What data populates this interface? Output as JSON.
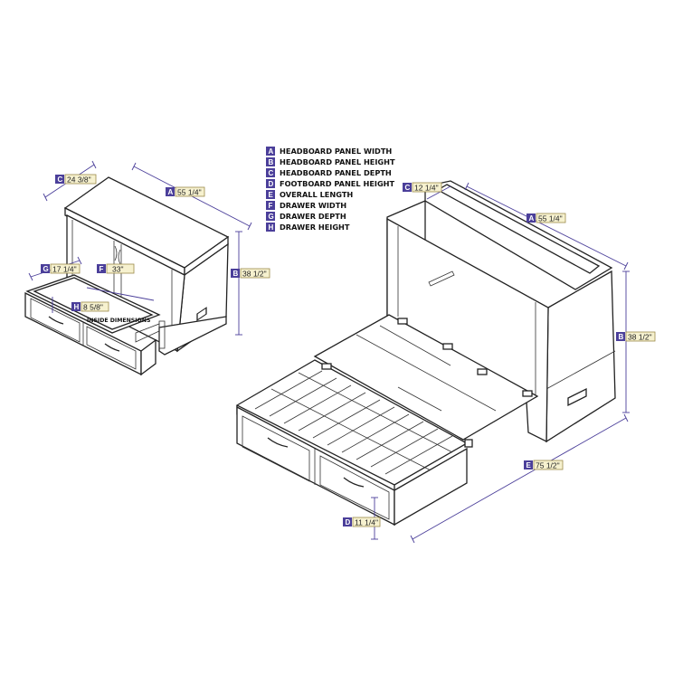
{
  "legend": [
    {
      "letter": "A",
      "text": "HEADBOARD PANEL WIDTH"
    },
    {
      "letter": "B",
      "text": "HEADBOARD PANEL HEIGHT"
    },
    {
      "letter": "C",
      "text": "HEADBOARD PANEL DEPTH"
    },
    {
      "letter": "D",
      "text": "FOOTBOARD PANEL HEIGHT"
    },
    {
      "letter": "E",
      "text": "OVERALL LENGTH"
    },
    {
      "letter": "F",
      "text": "DRAWER WIDTH"
    },
    {
      "letter": "G",
      "text": "DRAWER DEPTH"
    },
    {
      "letter": "H",
      "text": "DRAWER HEIGHT"
    }
  ],
  "closed_cabinet": {
    "dimensions": [
      {
        "letter": "C",
        "value": "24 3/8\""
      },
      {
        "letter": "A",
        "value": "55 1/4\""
      },
      {
        "letter": "B",
        "value": "38 1/2\""
      },
      {
        "letter": "G",
        "value": "17 1/4\""
      },
      {
        "letter": "F",
        "value": "33\""
      },
      {
        "letter": "H",
        "value": "8 5/8\""
      }
    ],
    "note": "INSIDE DIMENSIONS"
  },
  "open_bed": {
    "dimensions": [
      {
        "letter": "C",
        "value": "12 1/4\""
      },
      {
        "letter": "A",
        "value": "55 1/4\""
      },
      {
        "letter": "B",
        "value": "38 1/2\""
      },
      {
        "letter": "E",
        "value": "75 1/2\""
      },
      {
        "letter": "D",
        "value": "11 1/4\""
      }
    ]
  },
  "colors": {
    "accent": "#4b3f9a",
    "value_fill": "#f6f1cf",
    "line": "#222222"
  }
}
